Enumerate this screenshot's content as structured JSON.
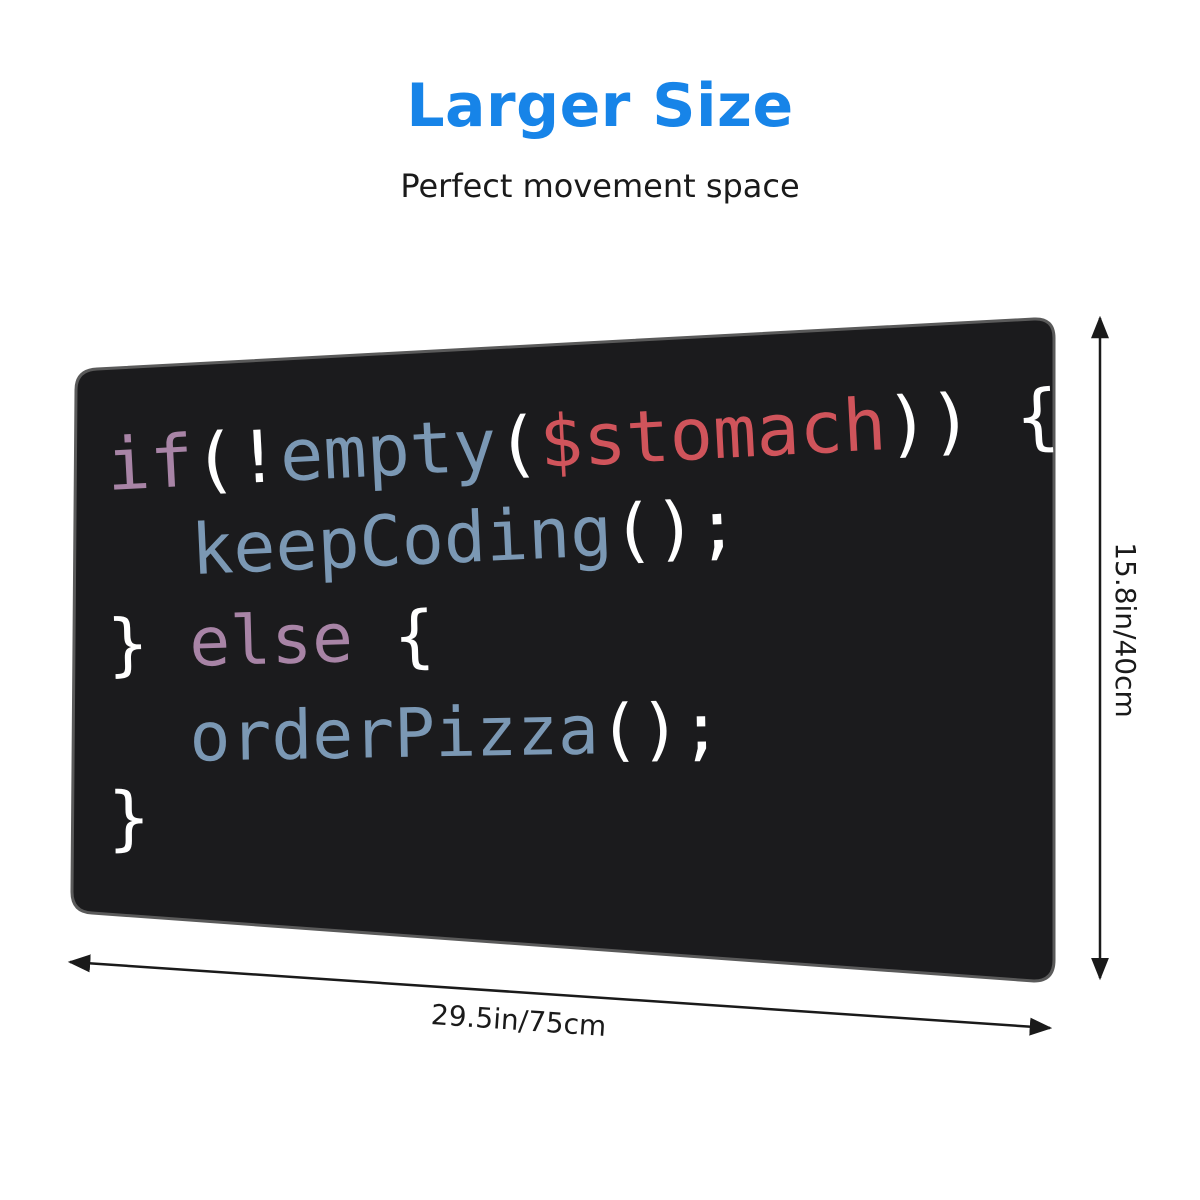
{
  "heading": {
    "title": "Larger Size",
    "subtitle": "Perfect movement space"
  },
  "mousepad": {
    "background_color": "#1b1b1d",
    "border_color": "#5a5a5a",
    "code_lines": [
      [
        {
          "text": "if",
          "color": "#a884a6"
        },
        {
          "text": "(!",
          "color": "#ffffff"
        },
        {
          "text": "empty",
          "color": "#7b98b4"
        },
        {
          "text": "(",
          "color": "#ffffff"
        },
        {
          "text": "$stomach",
          "color": "#d0545b"
        },
        {
          "text": ")) {",
          "color": "#ffffff"
        }
      ],
      [
        {
          "text": "  keepCoding",
          "color": "#7b98b4"
        },
        {
          "text": "();",
          "color": "#ffffff"
        }
      ],
      [
        {
          "text": "} ",
          "color": "#ffffff"
        },
        {
          "text": "else",
          "color": "#a884a6"
        },
        {
          "text": " {",
          "color": "#ffffff"
        }
      ],
      [
        {
          "text": "  orderPizza",
          "color": "#7b98b4"
        },
        {
          "text": "();",
          "color": "#ffffff"
        }
      ],
      [
        {
          "text": "}",
          "color": "#ffffff"
        }
      ]
    ]
  },
  "dimensions": {
    "width_label": "29.5in/75cm",
    "height_label": "15.8in/40cm"
  },
  "colors": {
    "accent": "#1784e8",
    "text": "#1a1a1a"
  }
}
